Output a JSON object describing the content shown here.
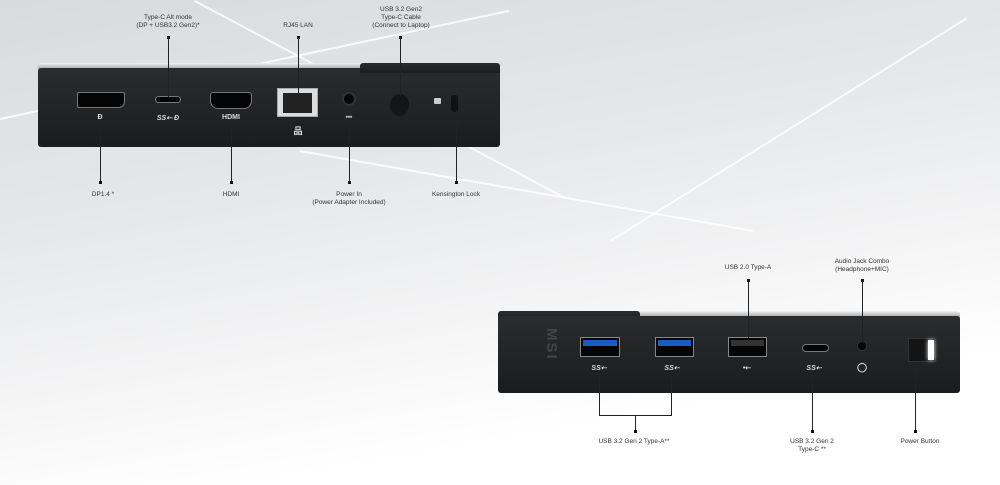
{
  "top_device": {
    "callouts_top": [
      {
        "id": "typec-alt",
        "lines": [
          "Type-C Alt mode",
          "(DP + USB3.2 Gen2)*"
        ]
      },
      {
        "id": "rj45",
        "lines": [
          "RJ45 LAN"
        ]
      },
      {
        "id": "usb-cable",
        "lines": [
          "USB 3.2 Gen2",
          "Type-C Cable",
          "(Connect to Laptop)"
        ]
      }
    ],
    "callouts_bottom": [
      {
        "id": "dp",
        "lines": [
          "DP1.4 *"
        ]
      },
      {
        "id": "hdmi",
        "lines": [
          "HDMI"
        ]
      },
      {
        "id": "power-in",
        "lines": [
          "Power In",
          "(Power Adapter Included)"
        ]
      },
      {
        "id": "kensington",
        "lines": [
          "Kensington Lock"
        ]
      }
    ],
    "port_icons": {
      "dp": "displayport-icon",
      "ss_usb": "SS",
      "hdmi": "HDMI",
      "lan": "network-icon",
      "dc": "dc-power-icon"
    }
  },
  "bottom_device": {
    "callouts_top": [
      {
        "id": "usb2",
        "lines": [
          "USB 2.0 Type-A"
        ]
      },
      {
        "id": "audio",
        "lines": [
          "Audio Jack Combo",
          "(Headphone+MIC)"
        ]
      }
    ],
    "callouts_bottom": [
      {
        "id": "usb-a-gen2",
        "lines": [
          "USB 3.2 Gen 2 Type-A**"
        ]
      },
      {
        "id": "usb-c-gen2",
        "lines": [
          "USB 3.2 Gen 2",
          "Type-C **"
        ]
      },
      {
        "id": "power-button",
        "lines": [
          "Power Button"
        ]
      }
    ],
    "brand_logo": "MSI"
  },
  "colors": {
    "device": "#1f2022",
    "usb3_port": "#1a5bc4",
    "background": "#e6e7e9"
  }
}
